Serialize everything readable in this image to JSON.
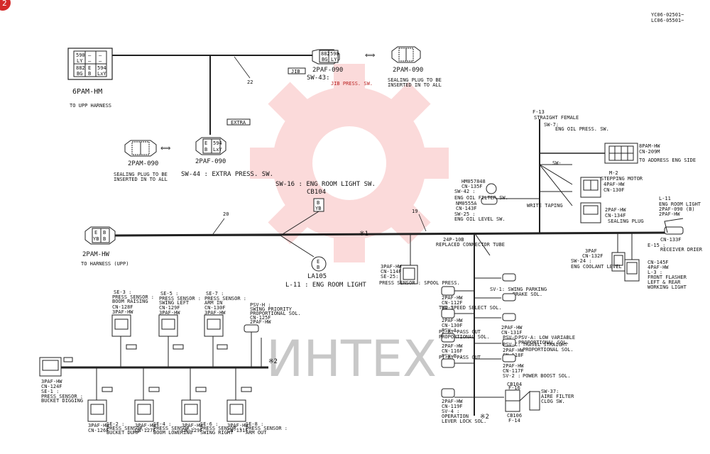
{
  "badge": "2",
  "serials": [
    "YC06-02501~",
    "LC06-05501~"
  ],
  "watermark": "ИНТЕХ",
  "top": {
    "c6pam": {
      "pins": [
        "590",
        "–",
        "–",
        "LY",
        "–",
        "–",
        "882",
        "E",
        "594",
        "BG",
        "B",
        "LxY"
      ],
      "label": "6PAM-HM",
      "sub": "TO UPP HARNESS"
    },
    "wire22": "22",
    "jib": {
      "tag": "JIB",
      "pins": [
        "882",
        "590",
        "BG",
        "LY"
      ],
      "label": "2PAF-090",
      "sw": "SW-43:",
      "name": "JIB PRESS. SW."
    },
    "plug1": {
      "label": "2PAM-090",
      "note1": "SEALING PLUG TO BE",
      "note2": "INSERTED IN TO ALL"
    },
    "extra": {
      "tag": "EXTRA",
      "pins": [
        "E",
        "594",
        "B",
        "LxY"
      ],
      "label": "2PAF-090",
      "sw": "SW-44 : EXTRA PRESS. SW."
    },
    "plug2": {
      "label": "2PAM-090",
      "note1": "SEALING PLUG TO BE",
      "note2": "INSERTED IN TO ALL"
    }
  },
  "middle": {
    "sw16": "SW-16 : ENG ROOM LIGHT SW.",
    "cb104": "CB104",
    "cb_pins": [
      "B",
      "YB"
    ],
    "wire20": "20",
    "pam": {
      "pins": [
        "E",
        "B",
        "YB",
        "B"
      ],
      "label": "2PAM-HW",
      "sub": "TO HARNESS (UPP)"
    },
    "la105": "LA105",
    "l11": "L-11 : ENG ROOM LIGHT",
    "wire19": "19",
    "mark1": "※1",
    "lamp_pins": [
      "E",
      "B"
    ]
  },
  "right": {
    "f13": "F-13",
    "f13_sub": "STRAIGHT FEMALE",
    "sw7": "SW-7:",
    "sw7_name": "ENG OIL PRESS. SW.",
    "conn8": {
      "label1": "8PAM-HW",
      "label2": "CN-209M",
      "note": "TO ADDRESS ENG SIDE"
    },
    "sw_small": "SW-",
    "m2": "M-2",
    "m2_name": "STEPPING MOTOR",
    "c4paf": {
      "label1": "4PAF-HW",
      "label2": "CN-130F"
    },
    "c2paf": {
      "label1": "2PAF-HW",
      "label2": "CN-134F",
      "note": "SEALING PLUG"
    },
    "hm": {
      "a": "HM057848",
      "b": "CN-135F",
      "c": "NM0555A",
      "d": "CN-143F",
      "sw42": "SW-42 :",
      "sw25": "SW-25 :",
      "e": "ENG OIL FILTER SW.",
      "f": "ENG OIL LEVEL SW."
    },
    "write": "WRITE TAPING",
    "l11": "L-11",
    "l11_sub": "ENG ROOM LIGHT",
    "c2paf2": {
      "label1": "2PAF-090 (B)",
      "label2": "2PAF-HW",
      "label3": "CN-133F"
    },
    "e15": "E-15 :",
    "e15_sub": "RECEIVER DRIER",
    "c3paf": {
      "label1": "3PAF",
      "label2": "CN-132F",
      "sw24": "SW-24 :",
      "sub": "ENG COOLANT LEVEL SW."
    },
    "c4paf2": {
      "label1": "CN-145F",
      "label2": "4PAF-HW",
      "l3": "L-3 :",
      "sub1": "FRONT FLASHER",
      "sub2": "LEFT & REAR",
      "sub3": "WORKING LIGHT"
    }
  },
  "branch": {
    "note1": "24P-10B",
    "note2": "REPLACED CONNECTOR TUBE",
    "se25": {
      "l1": "3PAF-HW",
      "l2": "CN-114F",
      "l3": "SE-25:",
      "sub": "PRESS SENSOR : SPOOL PRESS."
    },
    "items": [
      {
        "l1": "2PAF-HW",
        "l2": "CN-112F",
        "l3": "SV-3",
        "s1": "SV-1: SWING PARKING",
        "s2": "BRAKE SOL."
      },
      {
        "l1": "2PAF-HW",
        "l2": "CN-130F",
        "l3": "PSV-A",
        "s1": "TWO-SPEED SELECT SOL."
      },
      {
        "l1": "2PAF-HW",
        "l2": "CN-131F",
        "l3": "PSV-D :",
        "s1": "PSV-A: LOW VARIABLE",
        "s2": "PROPORTIONAL SOL."
      },
      {
        "l1": "2PAF-HW",
        "l2": "CN-116F",
        "l3": "PSV-B :",
        "s1": "P2 BY-PASS CUT",
        "s2": "PROPORTIONAL SOL."
      },
      {
        "l1": "2PAF-HW",
        "l2": "CN-118F",
        "l3": "PSV-C:",
        "s1": "TRAVEL STRAIGHT",
        "s2": "PROPORTIONAL SOL."
      },
      {
        "l1": "2PAF-HW",
        "l2": "CN-117F",
        "l3": "SV-2 :",
        "s1": "P1 BY-PASS CUT",
        "s2": "POWER BOOST SOL."
      }
    ],
    "sv4": {
      "l1": "2PAF-HW",
      "l2": "CN-119F",
      "l3": "SV-4 :",
      "sub1": "OPERATION",
      "sub2": "LEVER LOCK SOL."
    },
    "cb": {
      "a": "CB104",
      "b": "F-16",
      "c": "CB106",
      "d": "F-14"
    },
    "sw37": {
      "l1": "SW-37:",
      "l2": "AIRE FILTER",
      "l3": "CLOG SW."
    },
    "mark2": "※2"
  },
  "bottom": {
    "top_conns": [
      {
        "se": "SE-3 :",
        "s1": "PRESS SENSOR :",
        "s2": "BOOM RAISING",
        "l1": "CN-128F",
        "l2": "3PAF-HW"
      },
      {
        "se": "SE-5 :",
        "s1": "PRESS SENSOR :",
        "s2": "SWING LEFT",
        "l1": "CN-129F",
        "l2": "3PAF-HW"
      },
      {
        "se": "SE-7 :",
        "s1": "PRESS SENSOR :",
        "s2": "ARM IN",
        "l1": "CN-130F",
        "l2": "3PAF-HW"
      }
    ],
    "psv": {
      "l1": "PSV-H :",
      "l2": "SWING PRIORITY",
      "l3": "PROPORTIONAL SOL.",
      "l4": "CN-125F",
      "l5": "2PAF-HW"
    },
    "left": {
      "l1": "3PAF-HW",
      "l2": "CN-124F",
      "l3": "SE-1 :",
      "s1": "PRESS SENSOR :",
      "s2": "BUCKET DIGGING"
    },
    "mark2": "※2",
    "bottom_conns": [
      {
        "l1": "3PAF-HW",
        "l2": "CN-126F",
        "se": "SE-2 :",
        "s1": "PRESS SENSOR :",
        "s2": "BUCKET DUMP"
      },
      {
        "l1": "3PAF-HW",
        "l2": "CN-127F",
        "se": "SE-4 :",
        "s1": "PRESS SENSOR :",
        "s2": "BOOM LOWERING"
      },
      {
        "l1": "3PAF-HW",
        "l2": "CN-129F",
        "se": "SE-6 :",
        "s1": "PRESS SENSOR :",
        "s2": "SWING RIGHT"
      },
      {
        "l1": "3PAF-HW",
        "l2": "CN-131F",
        "se": "SE-8 :",
        "s1": "PRESS SENSOR :",
        "s2": "ARM OUT"
      }
    ]
  }
}
